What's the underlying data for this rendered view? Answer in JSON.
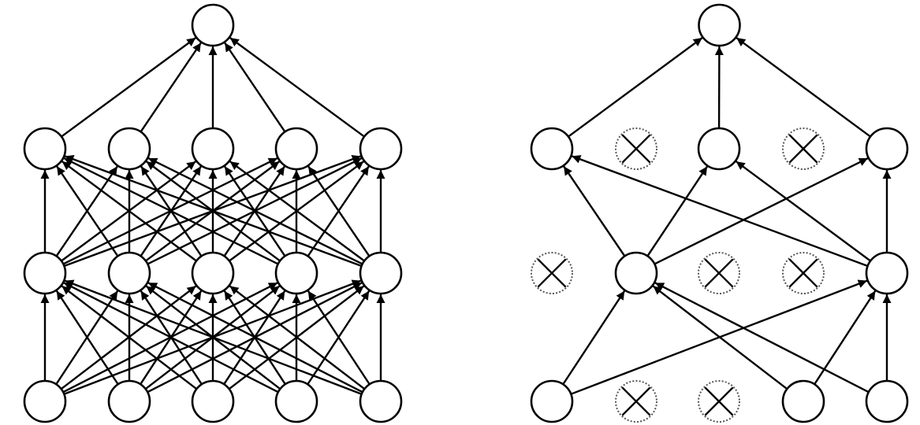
{
  "colors": {
    "background": "#ffffff",
    "stroke": "#000000",
    "dropped_outline": "#555555"
  },
  "diagrams": [
    {
      "id": "standard-net",
      "layer_sizes": [
        5,
        5,
        5,
        1
      ],
      "dropped": [
        [],
        [],
        [],
        []
      ],
      "edges": "fully-connected"
    },
    {
      "id": "dropout-net",
      "layer_sizes": [
        5,
        5,
        5,
        1
      ],
      "dropped": [
        [
          1,
          2
        ],
        [
          0,
          2,
          3
        ],
        [
          1,
          3
        ],
        []
      ],
      "edges": [
        {
          "from": [
            0,
            0
          ],
          "to": [
            1,
            1
          ]
        },
        {
          "from": [
            0,
            0
          ],
          "to": [
            1,
            4
          ]
        },
        {
          "from": [
            0,
            3
          ],
          "to": [
            1,
            1
          ]
        },
        {
          "from": [
            0,
            3
          ],
          "to": [
            1,
            4
          ]
        },
        {
          "from": [
            0,
            4
          ],
          "to": [
            1,
            1
          ]
        },
        {
          "from": [
            0,
            4
          ],
          "to": [
            1,
            4
          ]
        },
        {
          "from": [
            1,
            1
          ],
          "to": [
            2,
            0
          ]
        },
        {
          "from": [
            1,
            1
          ],
          "to": [
            2,
            2
          ]
        },
        {
          "from": [
            1,
            1
          ],
          "to": [
            2,
            4
          ]
        },
        {
          "from": [
            1,
            4
          ],
          "to": [
            2,
            0
          ]
        },
        {
          "from": [
            1,
            4
          ],
          "to": [
            2,
            2
          ]
        },
        {
          "from": [
            1,
            4
          ],
          "to": [
            2,
            4
          ]
        },
        {
          "from": [
            2,
            0
          ],
          "to": [
            3,
            0
          ]
        },
        {
          "from": [
            2,
            2
          ],
          "to": [
            3,
            0
          ]
        },
        {
          "from": [
            2,
            4
          ],
          "to": [
            3,
            0
          ]
        }
      ]
    }
  ]
}
